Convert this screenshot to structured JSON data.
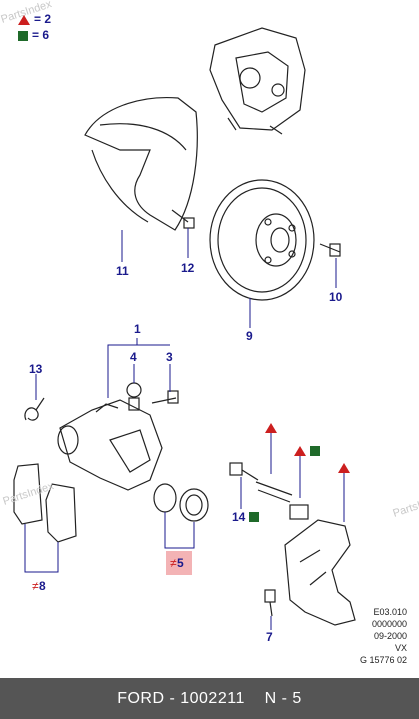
{
  "watermark": "PartsIndex",
  "legend": [
    {
      "symbol": "red-triangle",
      "text": "= 2"
    },
    {
      "symbol": "green-square",
      "text": "= 6"
    }
  ],
  "callouts": {
    "c1": "1",
    "c3": "3",
    "c4": "4",
    "c5": "5",
    "c7": "7",
    "c8": "8",
    "c9": "9",
    "c10": "10",
    "c11": "11",
    "c12": "12",
    "c13": "13",
    "c14": "14"
  },
  "stamp": [
    "E03.010",
    "0000000",
    "09-2000",
    "VX",
    "G 15776 02"
  ],
  "footer": {
    "brand": "FORD",
    "part_no": "1002211",
    "sheet": "N - 5"
  },
  "colors": {
    "callout": "#1a1a8c",
    "triangle": "#cc1f1f",
    "square": "#1f6a2a",
    "highlight": "#f3b3b5",
    "bar": "#555555"
  }
}
